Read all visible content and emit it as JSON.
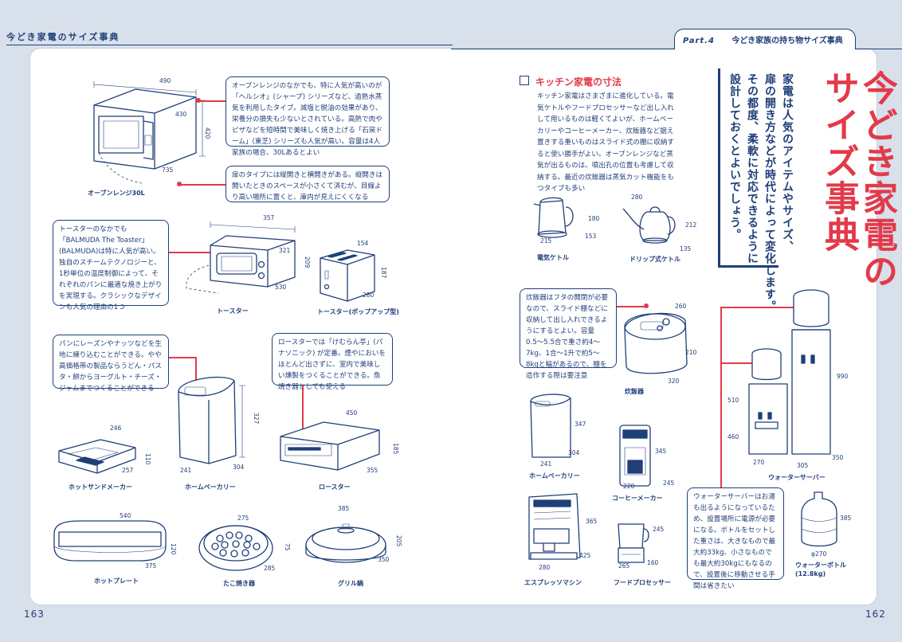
{
  "header": {
    "left_running_title": "今どき家電のサイズ事典",
    "right_part": "Part.4",
    "right_running_title": "今どき家族の持ち物サイズ事典"
  },
  "title": {
    "main": "今どき家電の\nサイズ事典",
    "subtitle": "家電は人気のアイテムやサイズ、\n扉の開き方などが時代によって変化します。\nその都度、柔軟に対応できるように\n設計しておくとよいでしょう。"
  },
  "kitchen": {
    "heading": "キッチン家電の寸法",
    "body": "キッチン家電はさまざまに進化している。電気ケトルやフードプロセッサーなど出し入れして用いるものは軽くてよいが、ホームベーカリーやコーヒーメーカー、炊飯器など据え置きする重いものはスライド式の棚に収納すると使い勝手がよい。オーブンレンジなど蒸気が出るものは、噴出孔の位置も考慮して収納する。最近の炊飯器は蒸気カット機能をもつタイプも多い"
  },
  "callouts": {
    "oven_1": "オーブンレンジのなかでも、特に人気が高いのが「ヘルシオ」(シャープ) シリーズなど、過熱水蒸気を利用したタイプ。減塩と脱油の効果があり、栄養分の損失も少ないとされている。高熱で肉やピザなどを短時間で美味しく焼き上げる「石窯ドーム」(東芝) シリーズも人気が高い。容量は4人家族の場合、30Lあるとよい",
    "oven_2": "扉のタイプには縦開きと横開きがある。縦開きは開いたときのスペースが小さくて済むが、目線より高い場所に置くと、庫内が見えにくくなる",
    "toaster": "トースターのなかでも「BALMUDA The Toaster」(BALMUDA)は特に人気が高い。独自のスチームテクノロジーと、1秒単位の温度制御によって、それぞれのパンに最適な焼き上がりを実現する。クラシックなデザインも人気の理由の1つ",
    "bakery": "パンにレーズンやナッツなどを生地に練り込むことができる。やや高価格帯の製品ならうどん・パスタ・餅からヨーグルト・チーズ・ジャムまでつくることができる",
    "roaster": "ロースターでは「けむらん亭」(パナソニック) が定番。煙やにおいをほとんど出さずに、室内で美味しい燻製をつくることができる。魚焼き器としても使える",
    "rice": "炊飯器はフタの開閉が必要なので、スライド棚などに収納して出し入れできるようにするとよい。容量0.5〜5.5合で重さ約4〜7kg、1合〜1升で約5〜8kgと幅があるので、棚を造作する際は要注意",
    "water": "ウォーターサーバーはお湯も出るようになっているため、設置場所に電源が必要になる。ボトルをセットした重さは、大きなもので最大約33kg、小さなものでも最大約30kgにもなるので、設置後に移動させる手間は省きたい"
  },
  "items": {
    "oven": {
      "name": "オーブンレンジ30L",
      "w": "490",
      "d": "430",
      "h": "420",
      "d2": "735"
    },
    "toaster": {
      "name": "トースター",
      "w": "357",
      "d": "321",
      "h": "209",
      "d2": "530"
    },
    "popup": {
      "name": "トースター(ポップアップ型)",
      "w": "154",
      "d": "280",
      "h": "187"
    },
    "hotsand": {
      "name": "ホットサンドメーカー",
      "w": "246",
      "d": "257",
      "h": "110"
    },
    "bakery": {
      "name": "ホームベーカリー",
      "w": "241",
      "d": "304",
      "h": "327"
    },
    "roaster": {
      "name": "ロースター",
      "w": "450",
      "d": "355",
      "h": "185"
    },
    "hotplate": {
      "name": "ホットプレート",
      "w": "540",
      "d": "375",
      "h": "120"
    },
    "takoyaki": {
      "name": "たこ焼き器",
      "w": "275",
      "d": "285",
      "h": "75"
    },
    "grill": {
      "name": "グリル鍋",
      "w": "385",
      "d": "350",
      "h": "205"
    },
    "kettle": {
      "name": "電気ケトル",
      "w": "215",
      "d": "153",
      "h": "180"
    },
    "drip": {
      "name": "ドリップ式ケトル",
      "w": "280",
      "d": "135",
      "h": "212"
    },
    "rice": {
      "name": "炊飯器",
      "w": "260",
      "d": "320",
      "h": "210"
    },
    "hb2": {
      "name": "ホームベーカリー",
      "w": "241",
      "d": "304",
      "h": "347"
    },
    "coffee": {
      "name": "コーヒーメーカー",
      "w": "220",
      "d": "245",
      "h": "345"
    },
    "espresso": {
      "name": "エスプレッソマシン",
      "w": "280",
      "d": "425",
      "h": "365"
    },
    "processor": {
      "name": "フードプロセッサー",
      "w": "265",
      "d": "160",
      "h": "245"
    },
    "server": {
      "name": "ウォーターサーバー",
      "w1": "270",
      "w2": "305",
      "d": "350",
      "h1": "990",
      "h2": "510",
      "h3": "460"
    },
    "bottle": {
      "name": "ウォーターボトル\n(12.8kg)",
      "dia": "φ270",
      "h": "385"
    }
  },
  "page_numbers": {
    "left": "163",
    "right": "162"
  }
}
